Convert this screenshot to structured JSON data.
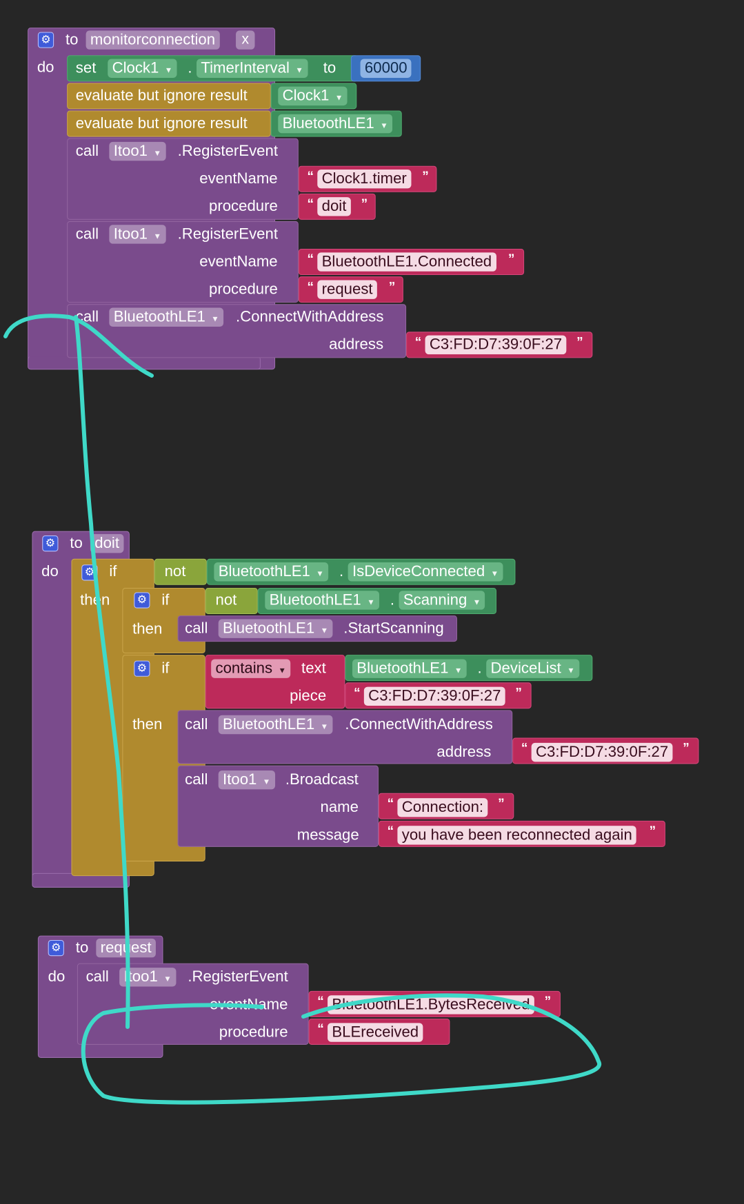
{
  "monitorconnection": {
    "to_label": "to",
    "name": "monitorconnection",
    "remove_label": "x",
    "do_label": "do",
    "set_label": "set",
    "clock_component": "Clock1",
    "dot": ".",
    "timer_property": "TimerInterval",
    "to_word": "to",
    "interval_value": "60000",
    "evaluate_label": "evaluate but ignore result",
    "eval_clock": "Clock1",
    "eval_ble": "BluetoothLE1",
    "call_label": "call",
    "itoo_component": "Itoo1",
    "register_event": ".RegisterEvent",
    "event_name_label": "eventName",
    "procedure_label": "procedure",
    "event1_name": "Clock1.timer",
    "event1_procedure": "doit",
    "event2_name": "BluetoothLE1.Connected",
    "event2_procedure": "request",
    "ble_component": "BluetoothLE1",
    "connect_method": ".ConnectWithAddress",
    "address_label": "address",
    "address_value": "C3:FD:D7:39:0F:27"
  },
  "doit": {
    "to_label": "to",
    "name": "doit",
    "do_label": "do",
    "if_label": "if",
    "then_label": "then",
    "not_label": "not",
    "ble_component": "BluetoothLE1",
    "dot": ".",
    "is_connected_property": "IsDeviceConnected",
    "scanning_property": "Scanning",
    "call_label": "call",
    "start_scanning_method": ".StartScanning",
    "contains_label": "contains",
    "text_label": "text",
    "piece_label": "piece",
    "devicelist_property": "DeviceList",
    "piece_value": "C3:FD:D7:39:0F:27",
    "connect_method": ".ConnectWithAddress",
    "address_label": "address",
    "address_value": "C3:FD:D7:39:0F:27",
    "itoo_component": "Itoo1",
    "broadcast_method": ".Broadcast",
    "name_label": "name",
    "message_label": "message",
    "name_value": "Connection:",
    "message_value": "you have been reconnected again"
  },
  "request": {
    "to_label": "to",
    "name": "request",
    "do_label": "do",
    "call_label": "call",
    "itoo_component": "Itoo1",
    "register_event": ".RegisterEvent",
    "event_name_label": "eventName",
    "procedure_label": "procedure",
    "event_name_value": "BluetoothLE1.BytesReceived",
    "procedure_value": "BLEreceived"
  },
  "colors": {
    "procedure": "#7a4b8c",
    "control": "#b08a2e",
    "component": "#3d8f5c",
    "logic": "#8aa53b",
    "math": "#3a71bf",
    "text": "#bd2a5a",
    "annotation": "#3fd9c8"
  }
}
